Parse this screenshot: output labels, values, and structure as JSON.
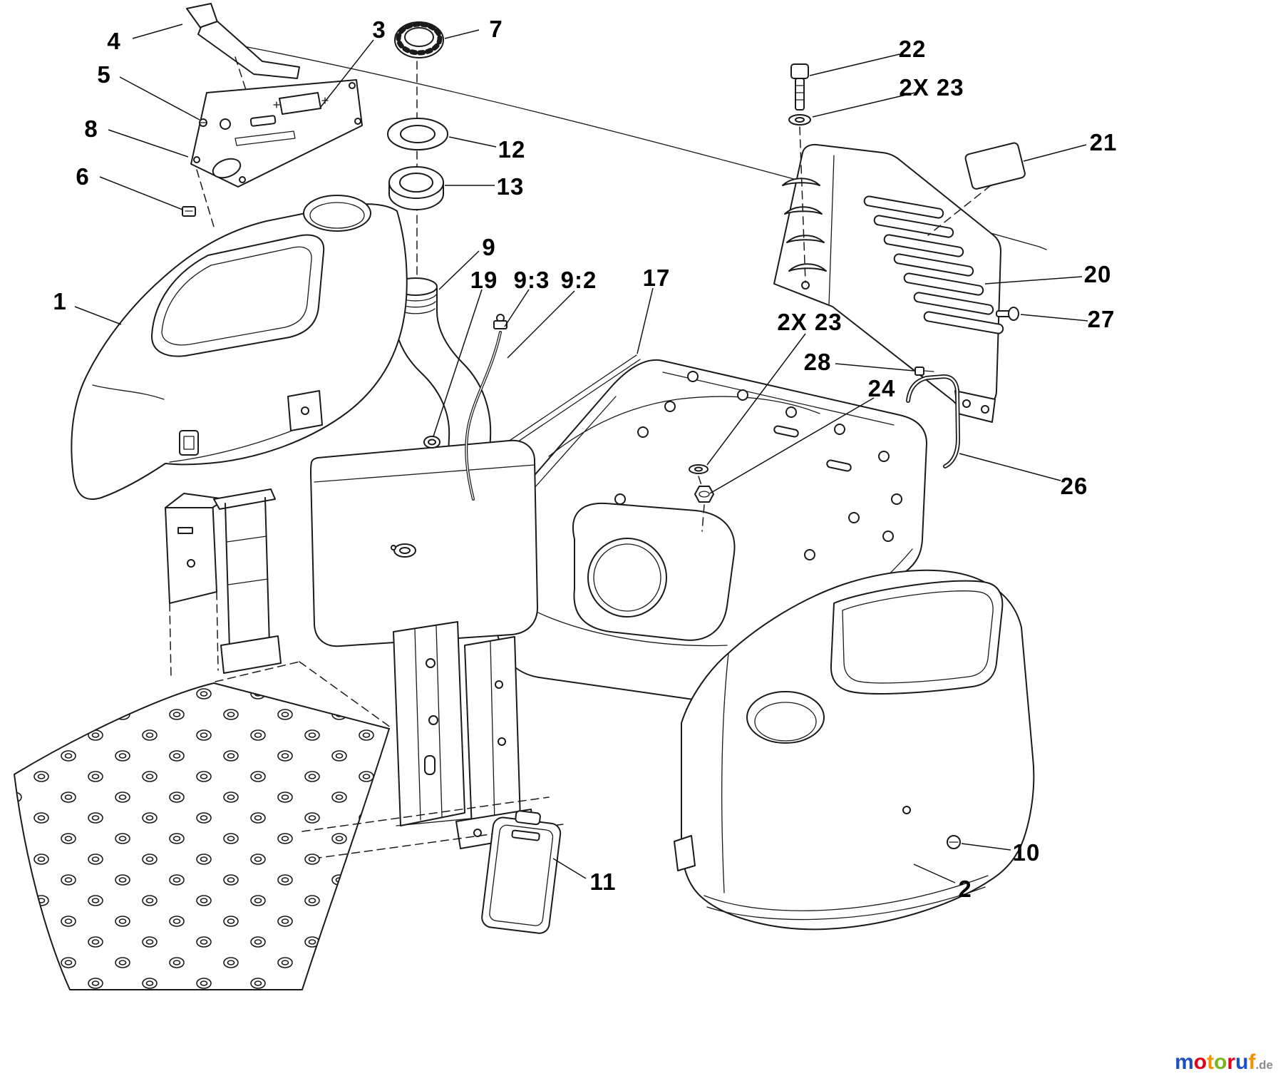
{
  "callouts": [
    {
      "label": "1"
    },
    {
      "label": "2"
    },
    {
      "label": "3"
    },
    {
      "label": "4"
    },
    {
      "label": "5"
    },
    {
      "label": "6"
    },
    {
      "label": "7"
    },
    {
      "label": "8"
    },
    {
      "label": "9"
    },
    {
      "label": "9:2"
    },
    {
      "label": "9:3"
    },
    {
      "label": "10"
    },
    {
      "label": "11"
    },
    {
      "label": "12"
    },
    {
      "label": "13"
    },
    {
      "label": "17"
    },
    {
      "label": "19"
    },
    {
      "label": "20"
    },
    {
      "label": "21"
    },
    {
      "label": "22"
    },
    {
      "label": "2X 23"
    },
    {
      "label": "2X 23"
    },
    {
      "label": "24"
    },
    {
      "label": "26"
    },
    {
      "label": "27"
    },
    {
      "label": "28"
    }
  ],
  "watermark": {
    "letters": [
      {
        "ch": "m",
        "color": "#1c4fc4"
      },
      {
        "ch": "o",
        "color": "#e2001a"
      },
      {
        "ch": "t",
        "color": "#f39200"
      },
      {
        "ch": "o",
        "color": "#7ab51d"
      },
      {
        "ch": "r",
        "color": "#e2001a"
      },
      {
        "ch": "u",
        "color": "#1c4fc4"
      },
      {
        "ch": "f",
        "color": "#f39200"
      },
      {
        "ch": ".de",
        "color": "#8c8c8c"
      }
    ]
  },
  "colors": {
    "line": "#1a1a1a",
    "background": "#ffffff"
  }
}
